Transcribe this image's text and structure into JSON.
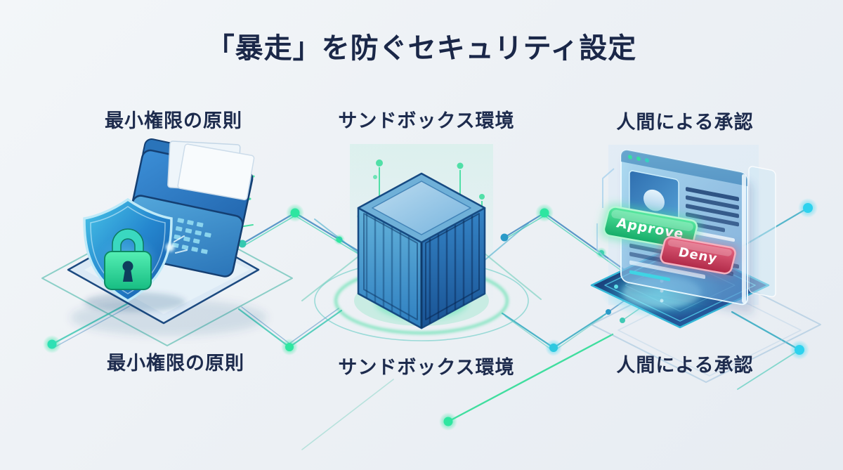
{
  "title": "「暴走」を防ぐセキュリティ設定",
  "sections": [
    {
      "id": "least-privilege",
      "top_label": "最小権限の原則",
      "bottom_label": "最小権限の原則",
      "icon": "shield-lock-folder-icon"
    },
    {
      "id": "sandbox",
      "top_label": "サンドボックス環境",
      "bottom_label": "サンドボックス環境",
      "icon": "container-cube-icon"
    },
    {
      "id": "human-approval",
      "top_label": "人間による承認",
      "bottom_label": "人間による承認",
      "icon": "approval-window-icon",
      "approve_label": "Approve",
      "deny_label": "Deny"
    }
  ],
  "colors": {
    "background": "#eef1f5",
    "heading_text": "#1a2748",
    "accent_green": "#2edc96",
    "accent_cyan": "#2cc8e8",
    "accent_blue": "#2a7ab8",
    "approve_button": "#22c87e",
    "deny_button": "#cf3d5e"
  }
}
